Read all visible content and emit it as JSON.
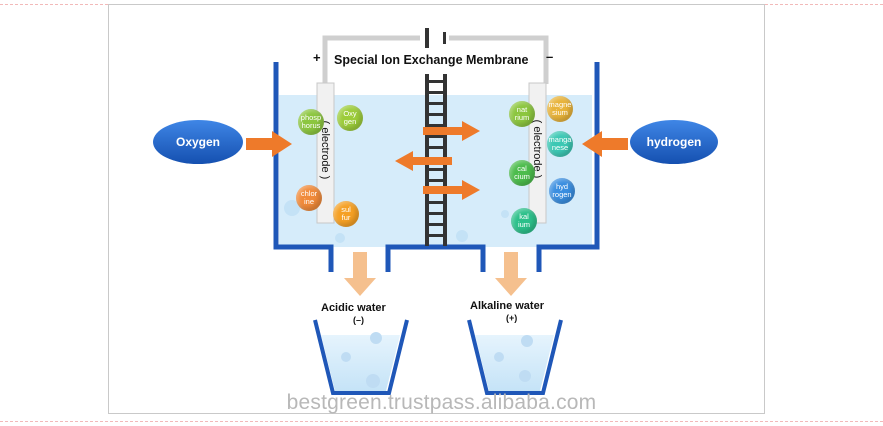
{
  "diagram": {
    "title": "Special Ion Exchange Membrane",
    "plus_sign": "+",
    "minus_sign": "–",
    "inputs": {
      "left": "Oxygen",
      "right": "hydrogen"
    },
    "electrodes": {
      "left": "( electrode )",
      "right": "( electrode )"
    },
    "left_ions": [
      {
        "label": "phosp\nhorus",
        "color": "#8cc63f"
      },
      {
        "label": "Oxy\ngen",
        "color": "#9ccc3a"
      },
      {
        "label": "chlor\nine",
        "color": "#f08a3a"
      },
      {
        "label": "sul\nfur",
        "color": "#f5a024"
      }
    ],
    "right_ions": [
      {
        "label": "nat\nrium",
        "color": "#8cc63f"
      },
      {
        "label": "magne\nsium",
        "color": "#e8b33a"
      },
      {
        "label": "manga\nnese",
        "color": "#3cc8b4"
      },
      {
        "label": "cal\ncium",
        "color": "#4cbc4c"
      },
      {
        "label": "hyd\nrogen",
        "color": "#3a8ee0"
      },
      {
        "label": "kal\nium",
        "color": "#2cc08a"
      }
    ],
    "outputs": {
      "acid_label": "Acidic water",
      "acid_sign": "(–)",
      "alkaline_label": "Alkaline water",
      "alkaline_sign": "(+)"
    },
    "colors": {
      "tank": "#1f57b8",
      "water": "#d6ecfa",
      "arrow": "#ee7a2a",
      "output_arrow": "#f5c08e",
      "ellipse": "#1e63c8",
      "membrane": "#333333"
    }
  },
  "watermark": "bestgreen.trustpass.alibaba.com"
}
